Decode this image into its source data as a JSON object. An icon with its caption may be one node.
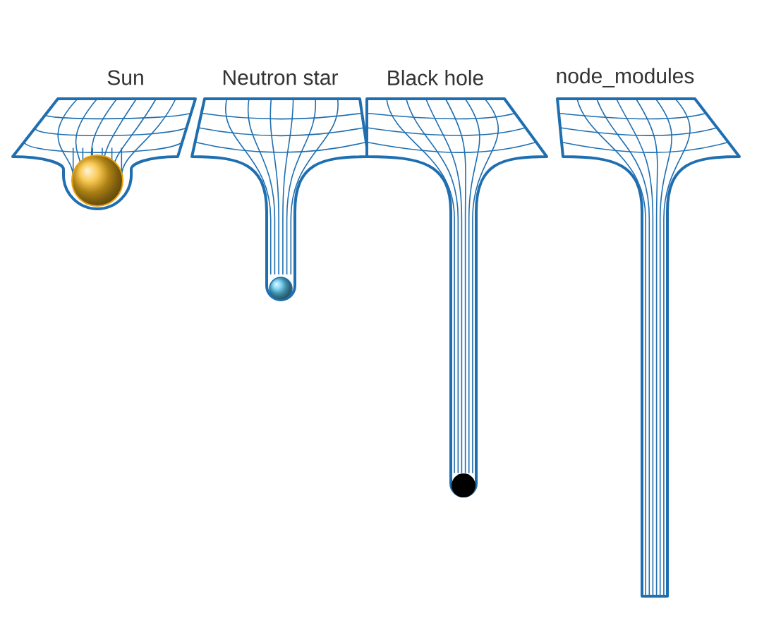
{
  "diagram": {
    "labels": [
      "Sun",
      "Neutron star",
      "Black hole",
      "node_modules"
    ]
  }
}
